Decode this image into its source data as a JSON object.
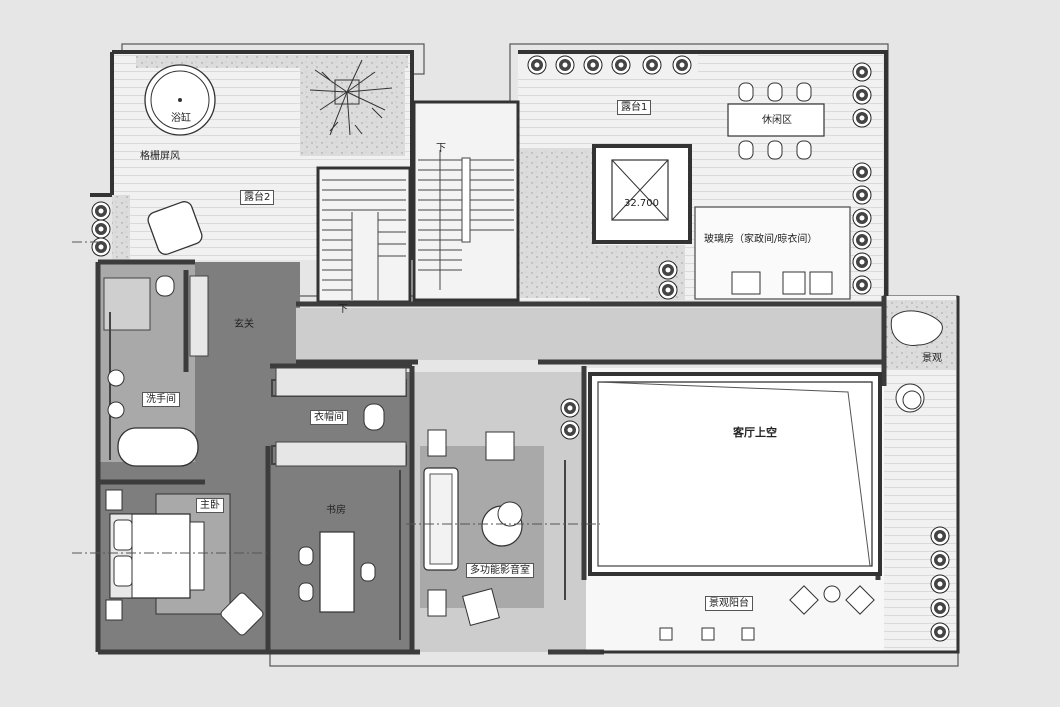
{
  "labels": {
    "bathtub": "浴缸",
    "screen": "格栅屏风",
    "terrace2": "露台2",
    "terrace1": "露台1",
    "lounge": "休闲区",
    "elevation": "32.700",
    "glass_room": "玻璃房（家政间/晾衣间）",
    "foyer": "玄关",
    "washroom": "洗手间",
    "closet": "衣帽间",
    "master_bedroom": "主卧",
    "study": "书房",
    "media_room": "多功能影音室",
    "living_void": "客厅上空",
    "landscape": "景观",
    "view_balcony": "景观阳台",
    "down_1": "下",
    "down_2": "下"
  },
  "colors": {
    "background": "#e6e6e6",
    "wall": "#3c3c3c",
    "dark_room": "#7e7e7e",
    "mid_floor": "#a9a9a9",
    "light_floor": "#f1f1f1",
    "corridor": "#cdcdcd"
  },
  "icons": [
    "plant-icon",
    "chair-icon",
    "bathtub-icon",
    "toilet-icon",
    "bed-icon",
    "elevator-icon",
    "stair-icon",
    "tree-icon",
    "sofa-icon",
    "table-icon"
  ]
}
